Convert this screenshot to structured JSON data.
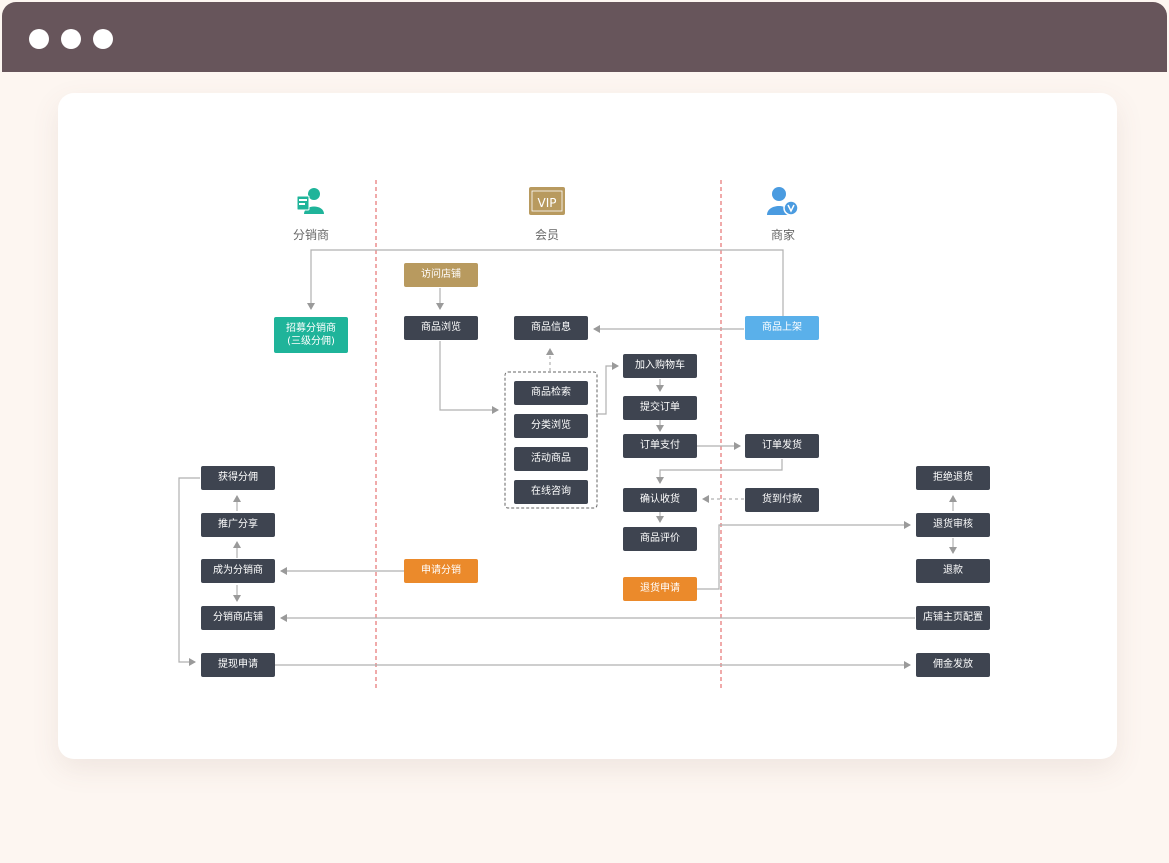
{
  "window": {
    "traffic_dots": [
      "dot",
      "dot",
      "dot"
    ]
  },
  "lanes": {
    "distributor": {
      "label": "分销商",
      "icon": "distributor-user-icon",
      "color": "#1fb49a"
    },
    "member": {
      "label": "会员",
      "icon": "vip-badge-icon",
      "badge_text": "VIP",
      "color": "#b89a5f"
    },
    "merchant": {
      "label": "商家",
      "icon": "merchant-user-icon",
      "color": "#4a9be0"
    }
  },
  "colors": {
    "dark_box": "#3e4450",
    "gold": "#b89a5f",
    "teal": "#1fb49a",
    "blue": "#5ab0ea",
    "orange": "#eb8a2b",
    "lane_divider": "#e05555",
    "arrow": "#b0b0b0"
  },
  "nodes": {
    "visit_store": "访问店铺",
    "browse_goods": "商品浏览",
    "recruit_line1": "招募分销商",
    "recruit_line2": "(三级分佣)",
    "goods_info": "商品信息",
    "goods_listing": "商品上架",
    "goods_search": "商品检索",
    "category_browse": "分类浏览",
    "promo_goods": "活动商品",
    "online_consult": "在线咨询",
    "add_to_cart": "加入购物车",
    "submit_order": "提交订单",
    "order_payment": "订单支付",
    "order_shipping": "订单发货",
    "confirm_receipt": "确认收货",
    "cash_on_delivery": "货到付款",
    "goods_review": "商品评价",
    "return_request": "退货申请",
    "get_commission": "获得分佣",
    "promote_share": "推广分享",
    "become_distributor": "成为分销商",
    "distributor_store": "分销商店铺",
    "withdraw_request": "提现申请",
    "apply_distribution": "申请分销",
    "reject_return": "拒绝退货",
    "return_review": "退货审核",
    "refund": "退款",
    "store_homepage_config": "店铺主页配置",
    "commission_payout": "佣金发放"
  }
}
